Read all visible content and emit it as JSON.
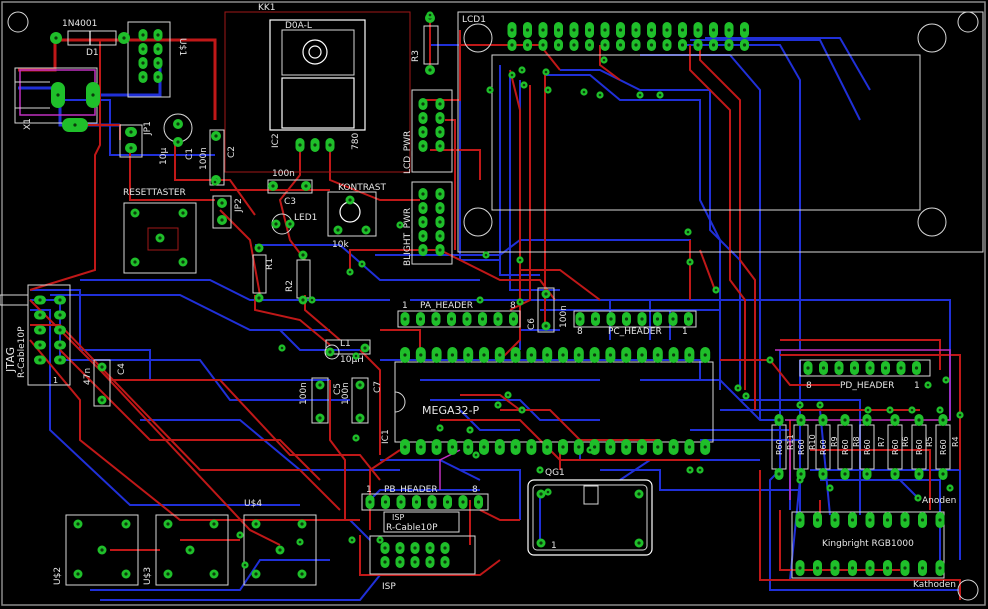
{
  "board": {
    "labels": {
      "d1_value": "1N4001",
      "d1_name": "D1",
      "x1_name": "X1",
      "us1_name": "U$1",
      "kk1_name": "KK1",
      "kk1_value": "D0A-L",
      "ic2_name": "IC2",
      "ic2_value": "780",
      "jp1_name": "JP1",
      "c1_name": "C1",
      "c1_value": "10µ",
      "c2_name": "C2",
      "c2_value": "100n",
      "c3_name": "C3",
      "c3_value": "100n",
      "r3_name": "R3",
      "lcd_name": "LCD1",
      "lcd_pwr": "LCD_PWR",
      "blight_pwr": "BLIGHT_PWR",
      "kontrast": "KONTRAST",
      "kontrast_value": "10k",
      "resettaster": "RESETTASTER",
      "jp2_name": "JP2",
      "led1_name": "LED1",
      "r1_name": "R1",
      "r2_name": "R2",
      "jtag_name": "JTAG",
      "jtag_value": "R-Cable10P",
      "c4_name": "C4",
      "c4_value": "47n",
      "l1_name": "L1",
      "l1_value": "10µH",
      "c5_name": "C5",
      "c5_value": "100n",
      "c6_name": "C6",
      "c6_value": "100n",
      "c7_name": "C7",
      "c7_value": "100n",
      "pa_header": "PA_HEADER",
      "pa_pin1": "1",
      "pa_pin8": "8",
      "pc_header": "PC_HEADER",
      "pc_pin8": "8",
      "pc_pin1": "1",
      "ic1_name": "IC1",
      "ic1_value": "MEGA32-P",
      "pd_header": "PD_HEADER",
      "pd_pin8": "8",
      "pd_pin1": "1",
      "r_value": "R60",
      "r4": "R4",
      "r5": "R5",
      "r6": "R6",
      "r7": "R7",
      "r8": "R8",
      "r9": "R9",
      "r10": "R10",
      "r11": "R11",
      "anoden": "Anoden",
      "kathoden": "Kathoden",
      "rgb_name": "Kingbright RGB1000",
      "qg1_name": "QG1",
      "qg1_pin1": "1",
      "pb_header": "PB_HEADER",
      "pb_pin1": "1",
      "pb_pin8": "8",
      "isp_name": "ISP",
      "isp_value": "R-Cable10P",
      "us2": "U$2",
      "us3": "U$3",
      "us4": "U$4",
      "jtag_pin1": "1"
    }
  }
}
